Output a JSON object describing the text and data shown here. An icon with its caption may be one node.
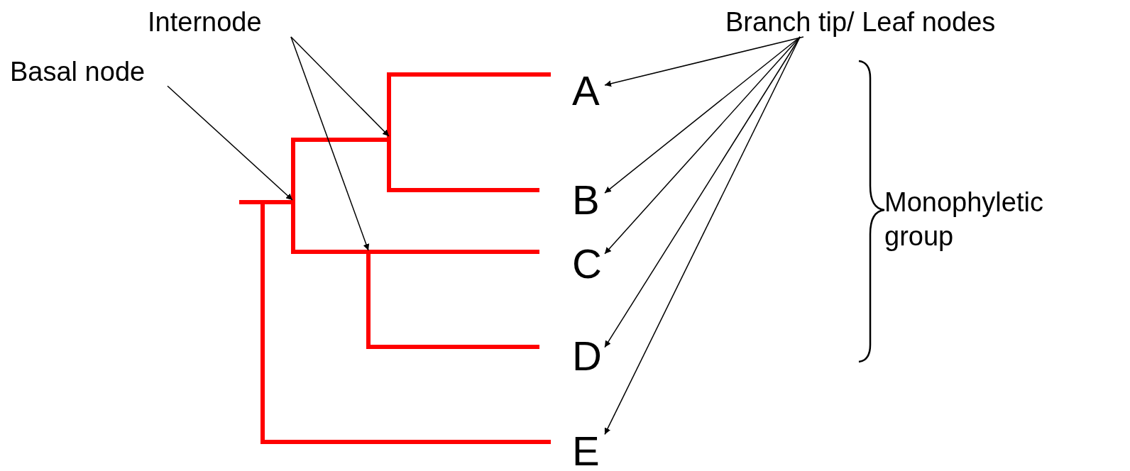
{
  "diagram": {
    "nodes": [
      {
        "text": [
          "Internode"
        ]
      },
      {
        "text": [
          "Branch tip/ Leaf nodes"
        ]
      },
      {
        "text": [
          "Basal node"
        ]
      },
      {
        "text": [
          "A"
        ]
      },
      {
        "text": [
          "B"
        ]
      },
      {
        "text": [
          "C"
        ]
      },
      {
        "text": [
          "D"
        ]
      },
      {
        "text": [
          "E"
        ]
      }
    ],
    "edges": [
      {
        "from": 0,
        "to": null,
        "arrow": "to"
      },
      {
        "from": 0,
        "to": null,
        "arrow": "to"
      },
      {
        "from": 2,
        "to": null,
        "arrow": "to"
      },
      {
        "from": 1,
        "to": 3,
        "arrow": "to"
      },
      {
        "from": 1,
        "to": 4,
        "arrow": "to"
      },
      {
        "from": 1,
        "to": 5,
        "arrow": "to"
      },
      {
        "from": 1,
        "to": 6,
        "arrow": "to"
      },
      {
        "from": 1,
        "to": 7,
        "arrow": "to"
      }
    ],
    "labels": [
      "Monophyletic group"
    ]
  }
}
